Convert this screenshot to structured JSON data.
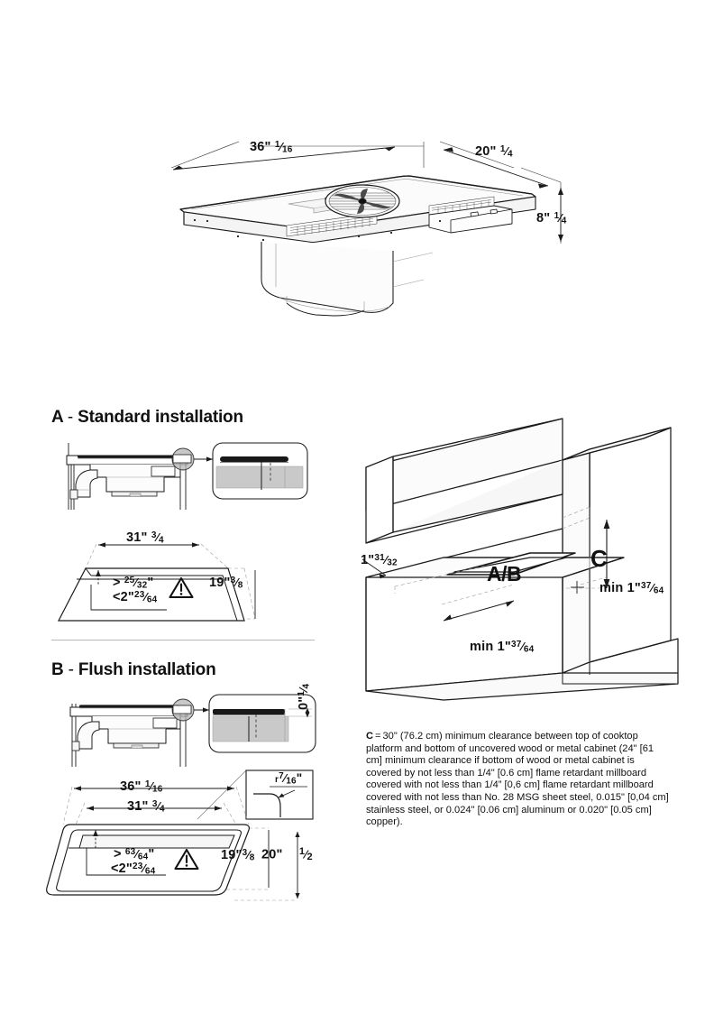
{
  "document": {
    "type": "appliance-installation-dimension-sheet",
    "title_visible": false
  },
  "hero": {
    "name": "cooktop-isometric-view",
    "dimensions": {
      "width_label": {
        "whole": "36\"",
        "frac_num": "1",
        "frac_den": "16"
      },
      "depth_label": {
        "whole": "20\"",
        "frac_num": "1",
        "frac_den": "4"
      },
      "height_label": {
        "whole": "8\"",
        "frac_num": "1",
        "frac_den": "4"
      }
    }
  },
  "section_a": {
    "letter": "A",
    "dash": "-",
    "title": "Standard installation",
    "cutout": {
      "width": {
        "whole": "31\"",
        "frac_num": "3",
        "frac_den": "4"
      },
      "depth": {
        "whole": "19\"",
        "frac_num": "3",
        "frac_den": "8"
      },
      "thickness_min": {
        "prefix": ">",
        "whole": "",
        "frac_num": "25",
        "frac_den": "32",
        "suffix": "\""
      },
      "thickness_max": {
        "prefix": "<",
        "whole": "2\"",
        "frac_num": "23",
        "frac_den": "64",
        "suffix": ""
      }
    },
    "warning_icon": "warning-triangle-icon"
  },
  "section_b": {
    "letter": "B",
    "dash": "-",
    "title": "Flush installation",
    "detail_inset": {
      "gap": {
        "whole": "0\"",
        "frac_num": "1",
        "frac_den": "4"
      }
    },
    "corner_inset": {
      "radius": {
        "prefix": "r",
        "frac_num": "7",
        "frac_den": "16",
        "suffix": "\""
      }
    },
    "cutout": {
      "outer_width": {
        "whole": "36\"",
        "frac_num": "1",
        "frac_den": "16"
      },
      "inner_width": {
        "whole": "31\"",
        "frac_num": "3",
        "frac_den": "4"
      },
      "inner_depth": {
        "whole": "19\"",
        "frac_num": "3",
        "frac_den": "8"
      },
      "outer_depth": {
        "whole": "20\"",
        "frac_num": "1",
        "frac_den": "2"
      },
      "thickness_min": {
        "prefix": ">",
        "whole": "",
        "frac_num": "63",
        "frac_den": "64",
        "suffix": "\""
      },
      "thickness_max": {
        "prefix": "<",
        "whole": "2\"",
        "frac_num": "23",
        "frac_den": "64",
        "suffix": ""
      }
    },
    "warning_icon": "warning-triangle-icon"
  },
  "cabinet": {
    "name": "kitchen-cabinet-clearance-view",
    "cooktop_label": "A/B",
    "clearance_letter": "C",
    "counter_depth": {
      "whole": "1\"",
      "frac_num": "31",
      "frac_den": "32"
    },
    "side_clearance": {
      "prefix": "min",
      "whole": "1\"",
      "frac_num": "37",
      "frac_den": "64"
    },
    "front_clearance": {
      "prefix": "min",
      "whole": "1\"",
      "frac_num": "37",
      "frac_den": "64"
    }
  },
  "note": {
    "lead": "C",
    "equals": "=",
    "text": "30\" (76.2 cm) minimum clearance between top of cooktop platform and bottom of uncovered wood or metal cabinet (24\" [61 cm] minimum clearance if bottom of wood or metal cabinet is covered by not less than 1/4\" [0.6 cm] flame retardant millboard covered with not less than 1/4” [0,6 cm] flame retardant millboard covered with not less than No. 28 MSG sheet steel, 0.015\" [0,04 cm] stainless steel, or 0.024\" [0.06 cm] aluminum or 0.020\" [0.05 cm] copper)."
  },
  "colors": {
    "line": "#1a1a1a",
    "fill_light": "#f2f2f2",
    "fill_mid": "#c9c9c9",
    "fill_dark": "#1a1a1a",
    "paper": "#ffffff"
  }
}
